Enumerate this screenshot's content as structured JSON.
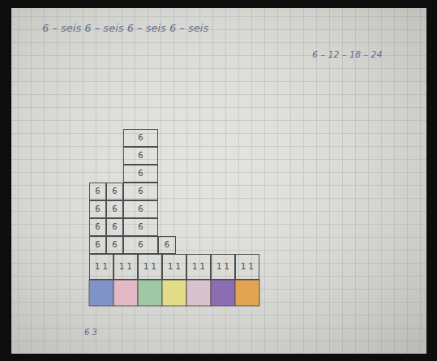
{
  "diagram": {
    "nodes": [
      {
        "text": [
          "6"
        ]
      },
      {
        "text": [
          "6"
        ]
      },
      {
        "text": [
          "6"
        ]
      },
      {
        "text": [
          "6"
        ]
      },
      {
        "text": [
          "6"
        ]
      },
      {
        "text": [
          "6"
        ]
      },
      {
        "text": [
          "6"
        ]
      },
      {
        "text": [
          "6"
        ]
      },
      {
        "text": [
          "6"
        ]
      },
      {
        "text": [
          "6"
        ]
      },
      {
        "text": [
          "6"
        ]
      },
      {
        "text": [
          "6"
        ]
      },
      {
        "text": [
          "6"
        ]
      },
      {
        "text": [
          "6"
        ]
      },
      {
        "text": [
          "6"
        ]
      },
      {
        "text": [
          "6"
        ]
      },
      {
        "text": [
          "1 1"
        ]
      },
      {
        "text": [
          "1 1"
        ]
      },
      {
        "text": [
          "1 1"
        ]
      },
      {
        "text": [
          "1 1"
        ]
      },
      {
        "text": [
          "1 1"
        ]
      },
      {
        "text": [
          "1 1"
        ]
      },
      {
        "text": [
          "1 1"
        ]
      }
    ],
    "labels": [
      "6 – seis 6 – seis 6 – seis 6 – seis",
      "6 – 12 – 18 – 24",
      "6 3"
    ]
  }
}
